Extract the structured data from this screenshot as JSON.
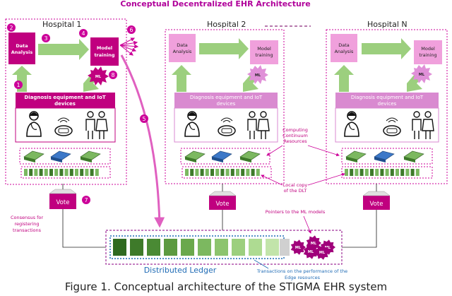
{
  "title": "Conceptual Decentralized EHR Architecture",
  "hospitals": [
    {
      "name": "Hospital 1"
    },
    {
      "name": "Hospital 2"
    },
    {
      "name": "Hospital N"
    }
  ],
  "box_labels": {
    "data_analysis": "Data Analysis",
    "model_training": "Model training",
    "diagnosis": "Diagnosis equipment and IoT devices",
    "ml_badge": "ML",
    "vote": "Vote"
  },
  "steps": [
    "1",
    "2",
    "3",
    "4",
    "5",
    "6",
    "7",
    "8"
  ],
  "annotations": {
    "computing_continuum": "Computing Continuum Resources",
    "local_copy": "Local copy of the DLT",
    "pointers": "Pointers to the ML models",
    "consensus": "Consensus for registering transactions",
    "distributed_ledger": "Distributed Ledger",
    "transactions": "Transactions on the performance of the Edge resources"
  },
  "caption": "Figure 1. Conceptual architecture of the STIGMA EHR system",
  "colors": {
    "accent": "#cc0099",
    "title": "#b0009a",
    "dark_box": "#c0007f",
    "light_box": "#f0a0dc",
    "diagnosis_box": "#d98ad0",
    "arrow_green": "#9ccf7e",
    "ledger_green": "#5c9a40",
    "ledger_blue": "#1f6bb5",
    "dashed": "#a0309a"
  },
  "icons": [
    "clinician-icon",
    "monitor-device-icon",
    "patients-icon",
    "server-rack-icon",
    "blockchain-strip-icon",
    "ml-gear-icon",
    "ballot-icon"
  ]
}
